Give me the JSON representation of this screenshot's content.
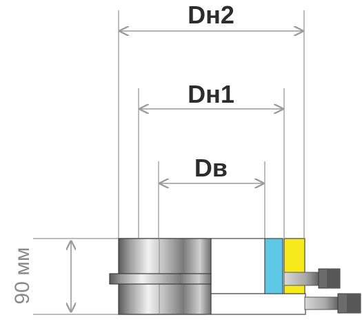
{
  "diagram": {
    "dimensions": {
      "dn2": "Dн2",
      "dn1": "Dн1",
      "dv": "Dв"
    },
    "height": "90 мм",
    "colors": {
      "inner_layer": "#5ec8e6",
      "outer_layer": "#f6ea1d",
      "dimension_line": "#9a9a9a",
      "label": "#2d2d2d",
      "height_label": "#8a8a8a"
    }
  }
}
